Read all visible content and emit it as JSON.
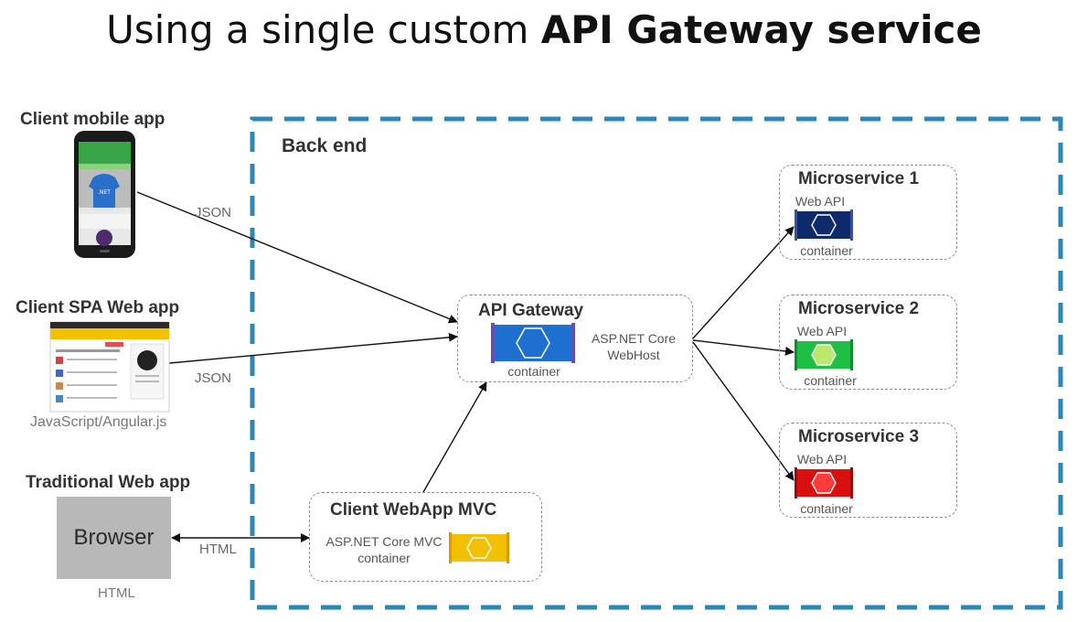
{
  "title": {
    "prefix": "Using a single custom ",
    "bold": "API Gateway service"
  },
  "clients": {
    "mobile": {
      "label": "Client mobile app",
      "protocol": "JSON"
    },
    "spa": {
      "label": "Client SPA Web app",
      "protocol": "JSON",
      "tech": "JavaScript/Angular.js"
    },
    "traditional": {
      "label": "Traditional Web app",
      "browser_label": "Browser",
      "protocol": "HTML",
      "tech": "HTML"
    }
  },
  "backend": {
    "label": "Back end"
  },
  "gateway": {
    "title": "API Gateway",
    "tech_line1": "ASP.NET Core",
    "tech_line2": "WebHost",
    "container": "container",
    "color": "#1f6fd0"
  },
  "mvc": {
    "title": "Client WebApp MVC",
    "tech_line1": "ASP.NET Core MVC",
    "tech_line2": "container",
    "color": "#f2c000"
  },
  "microservices": [
    {
      "title": "Microservice 1",
      "api": "Web API",
      "container": "container",
      "color": "#0e2a6b"
    },
    {
      "title": "Microservice 2",
      "api": "Web API",
      "container": "container",
      "color": "#1fbf45"
    },
    {
      "title": "Microservice 3",
      "api": "Web API",
      "container": "container",
      "color": "#d81010"
    }
  ],
  "colors": {
    "backend_border": "#2d86b8"
  }
}
